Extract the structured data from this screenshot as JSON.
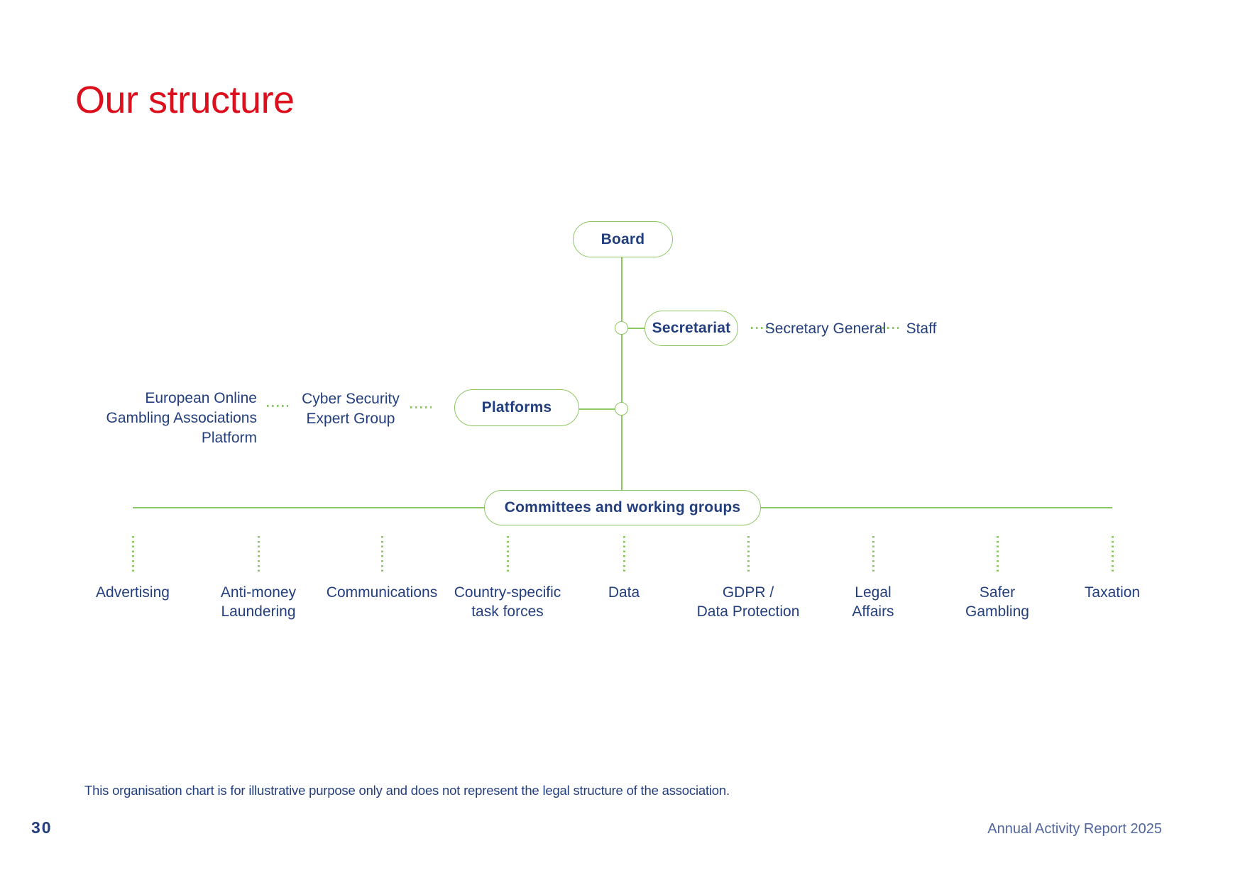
{
  "page": {
    "title": "Our structure",
    "footnote": "This organisation chart is for illustrative purpose only and does not represent the legal structure of the association.",
    "page_number": "30",
    "footer_right": "Annual Activity Report 2025"
  },
  "colors": {
    "green": "#8cc662",
    "navy": "#233e7d",
    "red": "#dc0f1c",
    "footer_blue": "#51669f"
  },
  "org_chart": {
    "board_label": "Board",
    "secretariat_label": "Secretariat",
    "secretary_general_label": "Secretary General",
    "staff_label": "Staff",
    "platforms_label": "Platforms",
    "eogap_label": "European Online\nGambling Associations\nPlatform",
    "cyber_label": "Cyber Security\nExpert Group",
    "committees_label": "Committees and working groups",
    "committee_items": [
      {
        "label": "Advertising"
      },
      {
        "label": "Anti-money\nLaundering"
      },
      {
        "label": "Communications"
      },
      {
        "label": "Country-specific\ntask forces"
      },
      {
        "label": "Data"
      },
      {
        "label": "GDPR /\nData Protection"
      },
      {
        "label": "Legal\nAffairs"
      },
      {
        "label": "Safer\nGambling"
      },
      {
        "label": "Taxation"
      }
    ]
  }
}
